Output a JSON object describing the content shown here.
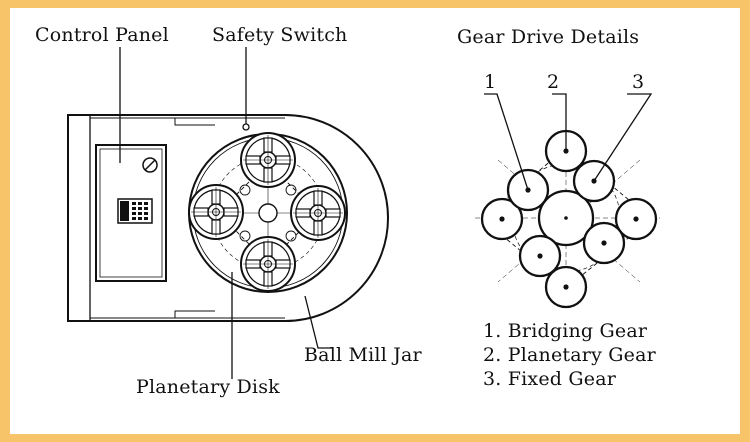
{
  "labels": {
    "control_panel": "Control Panel",
    "safety_switch": "Safety Switch",
    "gear_drive_details": "Gear Drive Details",
    "ball_mill_jar": "Ball Mill Jar",
    "planetary_disk": "Planetary Disk"
  },
  "callouts": [
    "1",
    "2",
    "3"
  ],
  "legend": [
    "1. Bridging Gear",
    "2. Planetary Gear",
    "3. Fixed Gear"
  ],
  "colors": {
    "frame": "#f7c46a",
    "background": "#ffffff",
    "ink": "#111111"
  }
}
